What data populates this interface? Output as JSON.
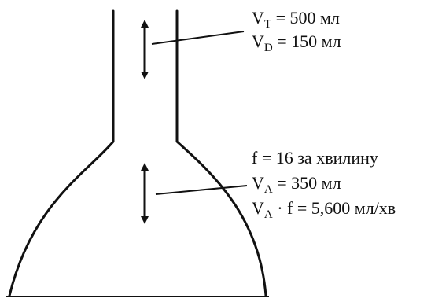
{
  "diagram": {
    "tidal_volume": {
      "symbol": "V",
      "subscript": "T",
      "text": "= 500 мл"
    },
    "dead_space": {
      "symbol": "V",
      "subscript": "D",
      "text": "= 150 мл"
    },
    "frequency": {
      "text": "f = 16 за хвилину"
    },
    "alveolar_volume": {
      "symbol": "V",
      "subscript": "A",
      "text": "= 350 мл"
    },
    "alveolar_ventilation": {
      "symbol": "V",
      "subscript": "A",
      "text": "· f = 5,600 мл/хв"
    }
  },
  "colors": {
    "line": "#111111",
    "background": "#ffffff"
  }
}
